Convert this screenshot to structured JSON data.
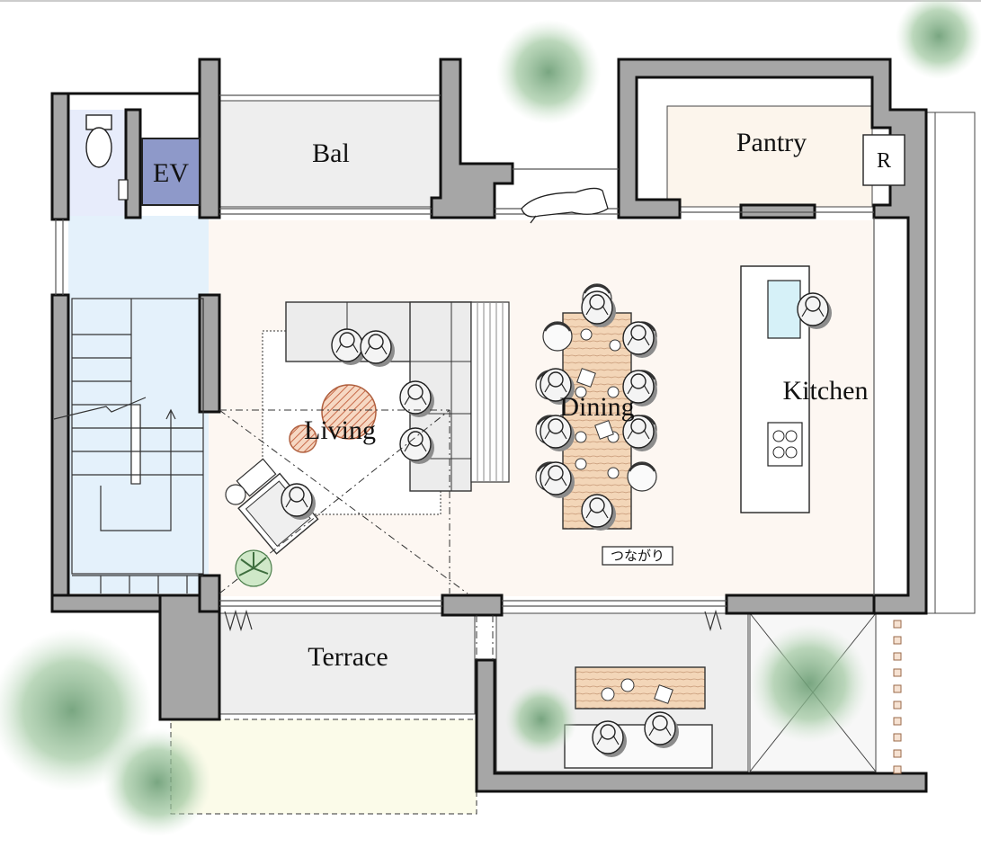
{
  "rooms": {
    "bal": "Bal",
    "pantry": "Pantry",
    "fridge": "R",
    "ev": "EV",
    "living": "Living",
    "dining": "Dining",
    "kitchen": "Kitchen",
    "terrace": "Terrace",
    "tsunagari": "つながり"
  },
  "colors": {
    "wall": "#a6a6a6",
    "floor_main": "#fdf7f2",
    "stair_area": "#e4f1fb",
    "wc_area": "#e7ecfb",
    "ev_box": "#8e99c9",
    "balcony": "#eeeeee",
    "pantry_floor": "#fcf5ec",
    "table_wood": "#f3d6b8",
    "sink": "#d6f1f8",
    "lawn": "#fbfbe9",
    "tree": "#9fc79f"
  },
  "icons": [
    "toilet-icon",
    "stair-icon",
    "sofa-icon",
    "dining-table-icon",
    "kitchen-island-icon",
    "sink-icon",
    "cooktop-icon",
    "plant-icon",
    "tree-icon",
    "person-icon",
    "cat-icon"
  ]
}
